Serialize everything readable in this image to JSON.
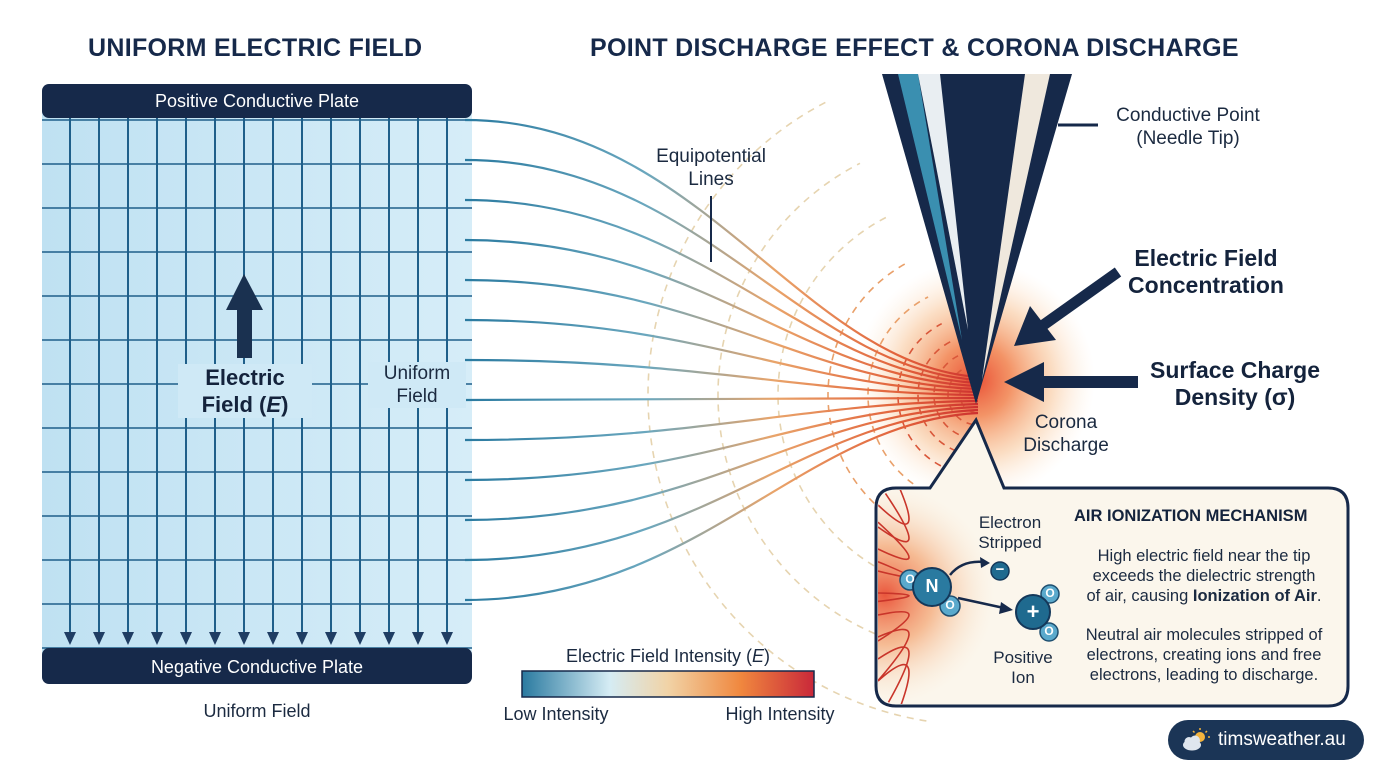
{
  "titles": {
    "left": "UNIFORM ELECTRIC FIELD",
    "right": "POINT DISCHARGE EFFECT & CORONA DISCHARGE"
  },
  "left_panel": {
    "top_plate": "Positive Conductive Plate",
    "bottom_plate": "Negative Conductive Plate",
    "field_label_line1": "Electric",
    "field_label_pre": "Field (",
    "field_label_symbol": "E",
    "field_label_post": ")",
    "uniform_label_line1": "Uniform",
    "uniform_label_line2": "Field",
    "caption": "Uniform Field"
  },
  "middle": {
    "equipotential_line1": "Equipotential",
    "equipotential_line2": "Lines"
  },
  "right_panel": {
    "needle_line1": "Conductive Point",
    "needle_line2": "(Needle Tip)",
    "concentration_line1": "Electric Field",
    "concentration_line2": "Concentration",
    "surface_line1": "Surface Charge",
    "surface_line2": "Density (σ)",
    "corona_line1": "Corona",
    "corona_line2": "Discharge"
  },
  "ionization": {
    "title": "AIR IONIZATION MECHANISM",
    "para1_line1": "High electric field near the tip",
    "para1_line2": "exceeds the dielectric strength",
    "para1_line3_pre": "of air, causing ",
    "para1_line3_bold": "Ionization of Air",
    "para1_line3_post": ".",
    "para2_line1": "Neutral air molecules stripped of",
    "para2_line2": "electrons, creating ions and free",
    "para2_line3": "electrons, leading to discharge.",
    "electron_line1": "Electron",
    "electron_line2": "Stripped",
    "positive_line1": "Positive",
    "positive_line2": "Ion",
    "atom_n": "N",
    "atom_o": "O",
    "minus": "−",
    "plus": "+"
  },
  "legend": {
    "title_pre": "Electric Field Intensity (",
    "title_symbol": "E",
    "title_post": ")",
    "low": "Low Intensity",
    "high": "High Intensity",
    "gradient_colors": [
      "#2a7aa0",
      "#d5ecf4",
      "#f1d3a6",
      "#f0873e",
      "#c9283a"
    ]
  },
  "badge": {
    "text": "timsweather.au",
    "icon": "cloud-sun-icon"
  },
  "colors": {
    "navy": "#16294a",
    "field_blue": "#1f5f8a",
    "panel_fill": "#cfe9f6",
    "hot": "#e04a2a"
  }
}
